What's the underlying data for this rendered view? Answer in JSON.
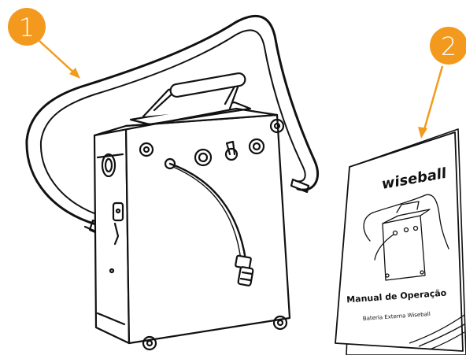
{
  "badges": [
    {
      "label": "1"
    },
    {
      "label": "2"
    }
  ],
  "manual": {
    "brand": "wiseball",
    "title": "Manual de Operação",
    "subtitle": "Bateria Externa Wiseball"
  },
  "colors": {
    "badge": "#F39A1E",
    "line": "#111111",
    "paper": "#ffffff"
  }
}
